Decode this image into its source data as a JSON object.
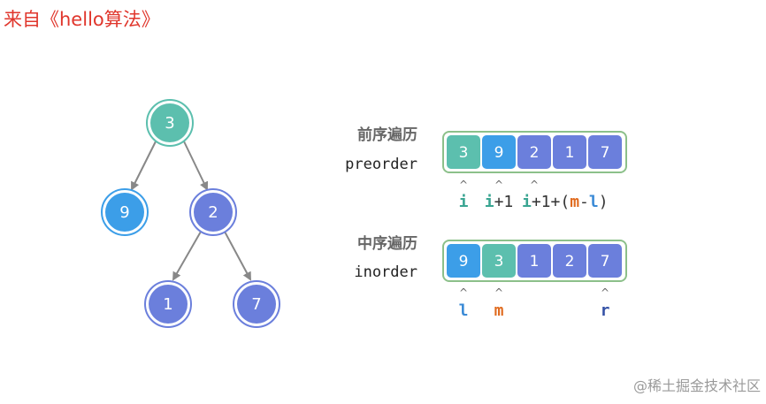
{
  "source_title": "来自《hello算法》",
  "watermark": "@稀土掘金技术社区",
  "colors": {
    "teal": "#5cbfae",
    "blue": "#3c9ee8",
    "indigo": "#6b7fdc",
    "array_border": "#8cc08a",
    "edge": "#888888",
    "ptr_teal": "#3aa592",
    "ptr_orange": "#e06a1e",
    "ptr_blue": "#3a8ad6",
    "ptr_navy": "#3552a6",
    "op": "#333333"
  },
  "tree": {
    "nodes": [
      {
        "id": "n3",
        "value": "3",
        "color": "teal"
      },
      {
        "id": "n9",
        "value": "9",
        "color": "blue"
      },
      {
        "id": "n2",
        "value": "2",
        "color": "indigo"
      },
      {
        "id": "n1",
        "value": "1",
        "color": "indigo"
      },
      {
        "id": "n7",
        "value": "7",
        "color": "indigo"
      }
    ],
    "edges": [
      [
        "n3",
        "n9"
      ],
      [
        "n3",
        "n2"
      ],
      [
        "n2",
        "n1"
      ],
      [
        "n2",
        "n7"
      ]
    ]
  },
  "preorder": {
    "label_cn": "前序遍历",
    "label_en": "preorder",
    "cells": [
      {
        "value": "3",
        "color": "teal"
      },
      {
        "value": "9",
        "color": "blue"
      },
      {
        "value": "2",
        "color": "indigo"
      },
      {
        "value": "1",
        "color": "indigo"
      },
      {
        "value": "7",
        "color": "indigo"
      }
    ],
    "arrow_glyph": "^",
    "pointers": [
      [
        {
          "t": "i",
          "c": "ptr_teal"
        }
      ],
      [
        {
          "t": "i",
          "c": "ptr_teal"
        },
        {
          "t": "+1",
          "c": "op"
        }
      ],
      [
        {
          "t": "i",
          "c": "ptr_teal"
        },
        {
          "t": "+1+(",
          "c": "op"
        },
        {
          "t": "m",
          "c": "ptr_orange"
        },
        {
          "t": "-",
          "c": "op"
        },
        {
          "t": "l",
          "c": "ptr_blue"
        },
        {
          "t": ")",
          "c": "op"
        }
      ]
    ]
  },
  "inorder": {
    "label_cn": "中序遍历",
    "label_en": "inorder",
    "cells": [
      {
        "value": "9",
        "color": "blue"
      },
      {
        "value": "3",
        "color": "teal"
      },
      {
        "value": "1",
        "color": "indigo"
      },
      {
        "value": "2",
        "color": "indigo"
      },
      {
        "value": "7",
        "color": "indigo"
      }
    ],
    "arrow_glyph": "^",
    "pointers": [
      [
        {
          "t": "l",
          "c": "ptr_blue"
        }
      ],
      [
        {
          "t": "m",
          "c": "ptr_orange"
        }
      ],
      [
        {
          "t": "r",
          "c": "ptr_navy"
        }
      ]
    ]
  }
}
